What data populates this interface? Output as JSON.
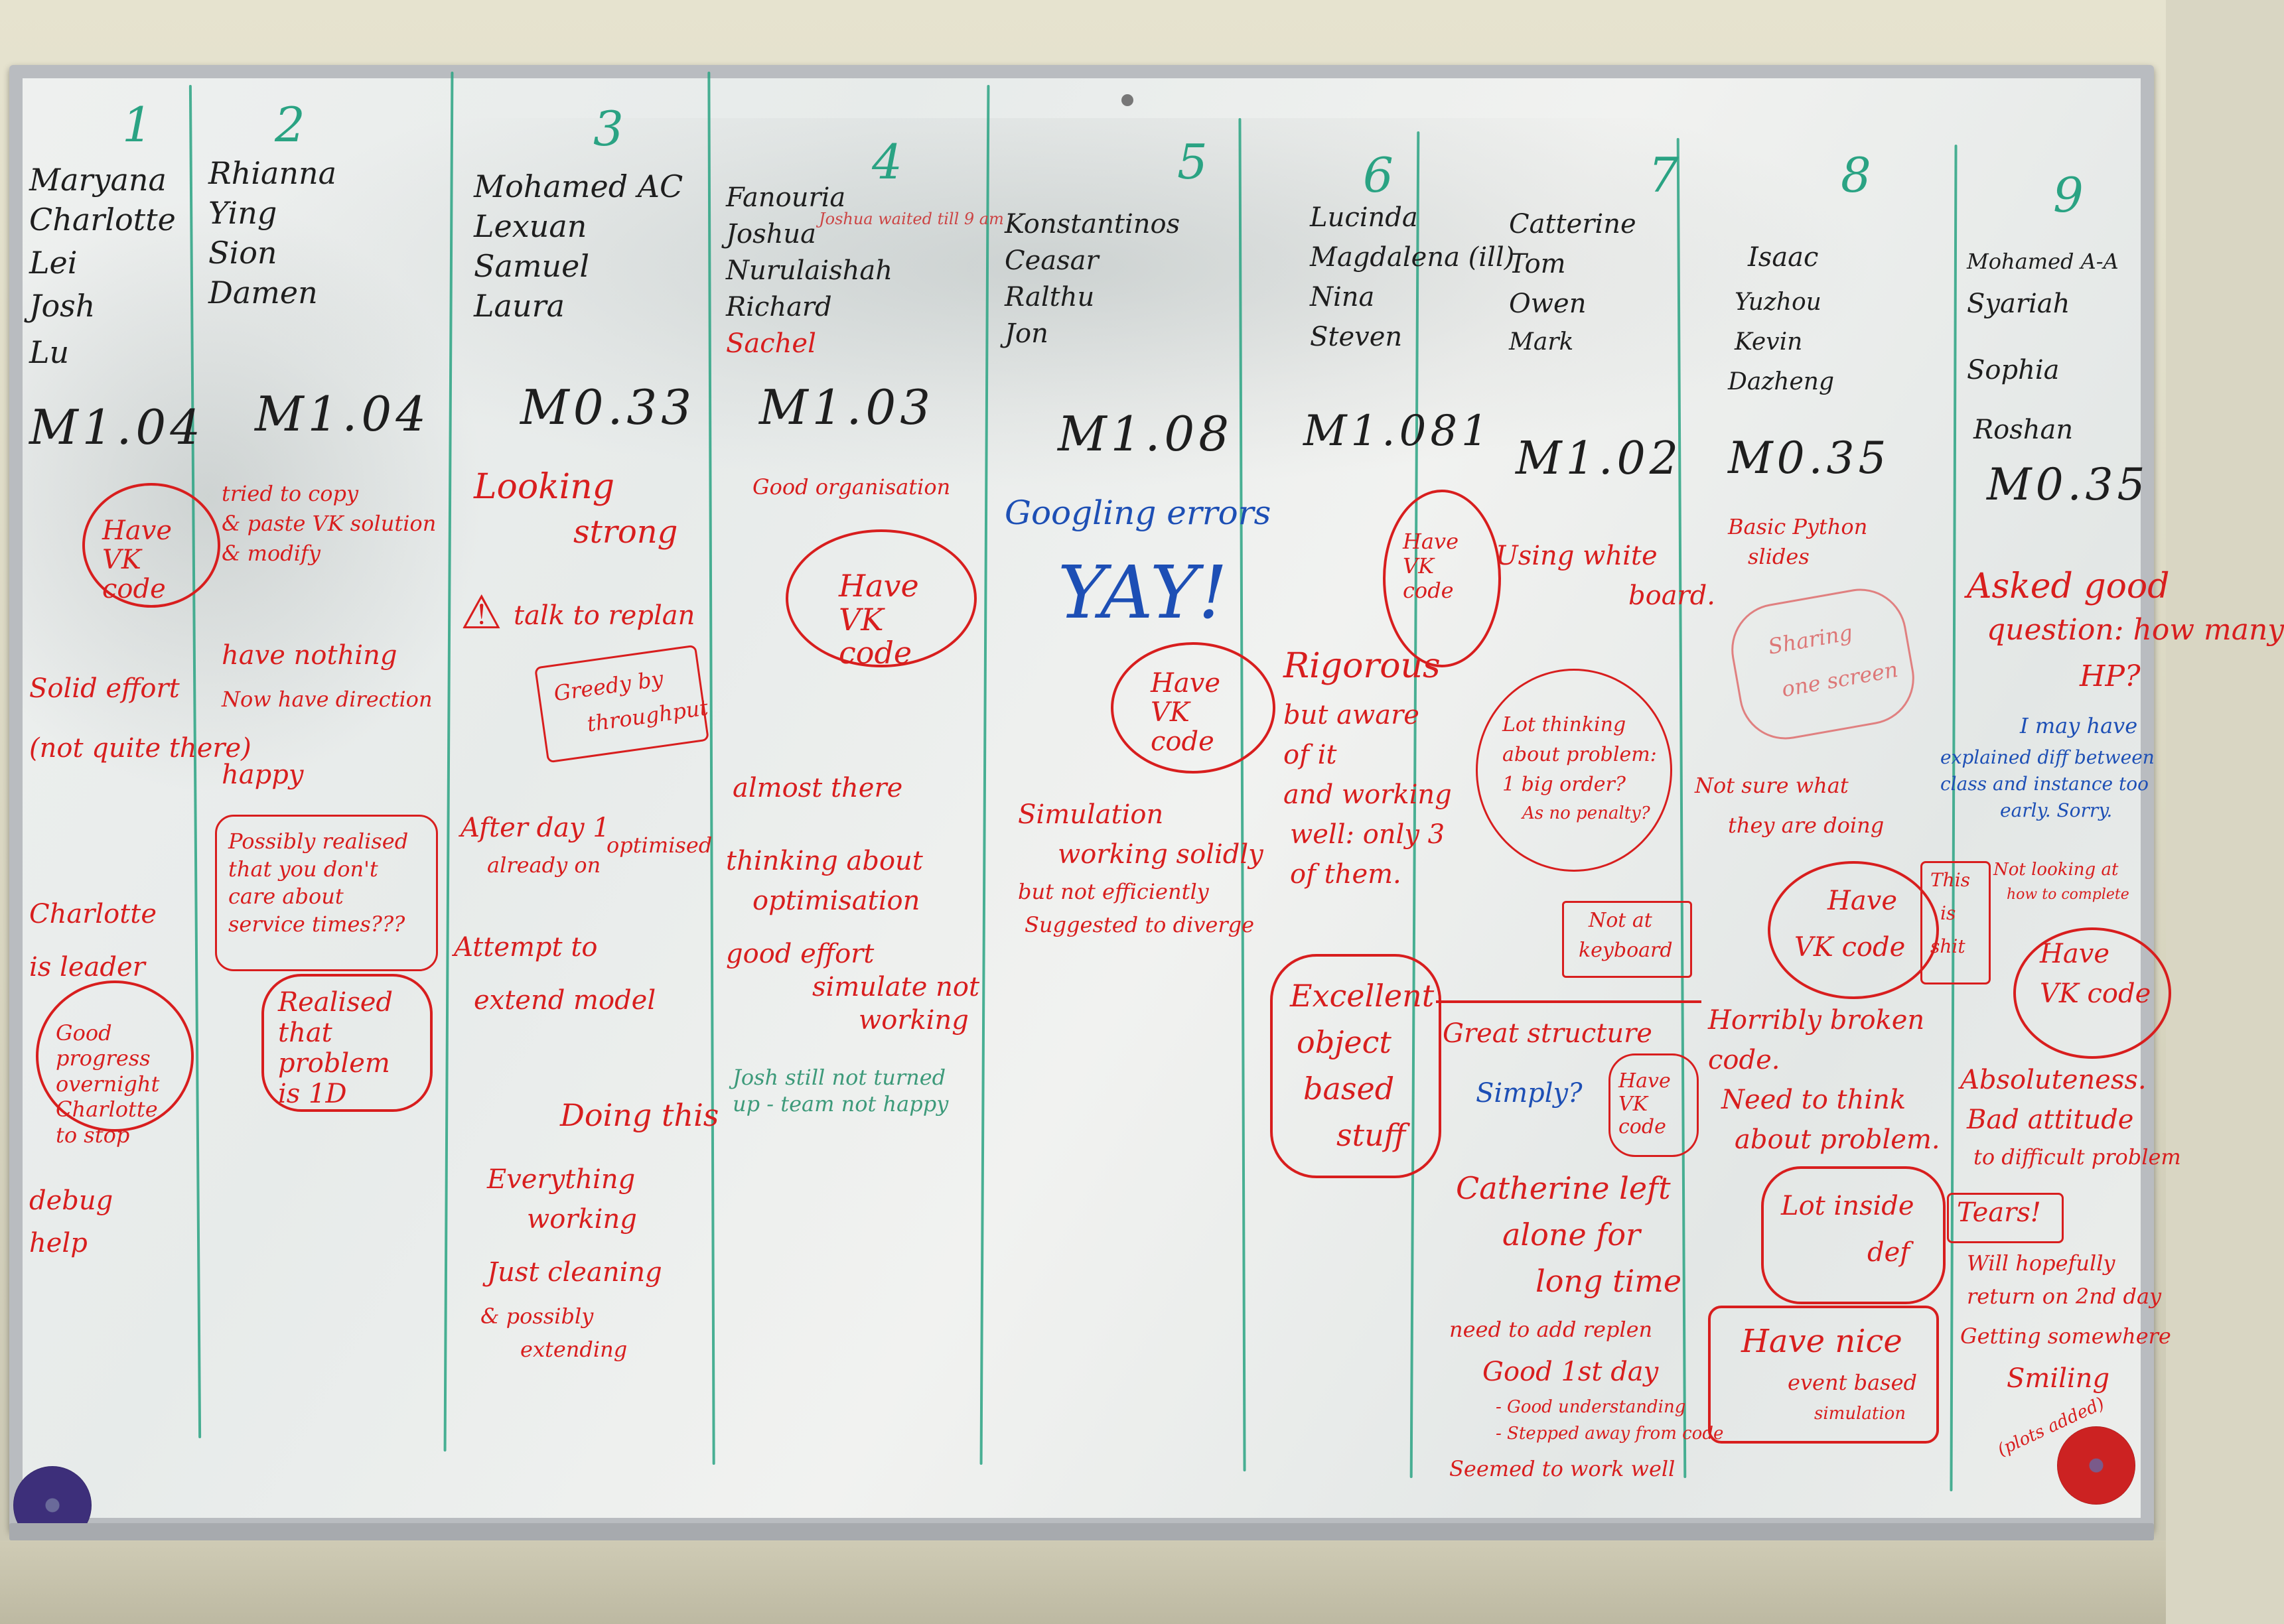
{
  "groups": [
    {
      "num": "1",
      "names": [
        "Maryana",
        "Charlotte",
        "Lei",
        "Josh",
        "Lu"
      ],
      "room": "M1.04"
    },
    {
      "num": "2",
      "names": [
        "Rhianna",
        "Ying",
        "Sion",
        "Damen"
      ],
      "room": "M1.04"
    },
    {
      "num": "3",
      "names": [
        "Mohamed AC",
        "Lexuan",
        "Samuel",
        "Laura"
      ],
      "room": "M0.33"
    },
    {
      "num": "4",
      "names": [
        "Fanouria",
        "Joshua",
        "Nurulaishah",
        "Richard",
        "Sachel"
      ],
      "room": "M1.03"
    },
    {
      "num": "5",
      "names": [
        "Konstantinos",
        "Ceasar",
        "Ralthu",
        "Jon"
      ],
      "room": "M1.08"
    },
    {
      "num": "6",
      "names": [
        "Lucinda",
        "Magdalena (ill)",
        "Nina",
        "Steven"
      ],
      "room": "M1.081"
    },
    {
      "num": "7",
      "names": [
        "Catterine",
        "Tom",
        "Owen",
        "Mark"
      ],
      "room": "M1.02"
    },
    {
      "num": "8",
      "names": [
        "Isaac",
        "Yuzhou",
        "Kevin",
        "Dazheng"
      ],
      "room": "M0.35"
    },
    {
      "num": "9",
      "names": [
        "Mohamed A-A",
        "Syariah",
        "Sophia",
        "Roshan"
      ],
      "room": "M0.35"
    }
  ],
  "notes": {
    "c1": [
      "Have VK code",
      "Solid effort",
      "(not quite there)",
      "Charlotte",
      "is leader",
      "Good progress overnight Charlotte to stop",
      "debug help"
    ],
    "c2": [
      "tried to copy",
      "& paste VK solution",
      "& modify",
      "have nothing",
      "Now have direction",
      "happy",
      "Possibly realised that you don't care about service times???",
      "Realised that problem is 1D"
    ],
    "c3": [
      "Looking",
      "strong",
      "talk to replan",
      "Greedy by",
      "throughput",
      "After day 1",
      "already on",
      "optimised",
      "Attempt to",
      "extend model",
      "Doing this",
      "Everything",
      "working",
      "Just cleaning",
      "& possibly",
      "extending"
    ],
    "c4": [
      "Joshua waited till 9 am",
      "Good organisation",
      "Have VK code",
      "almost there",
      "thinking about",
      "optimisation",
      "good effort",
      "simulate not",
      "working",
      "Josh still not turned",
      "up - team not happy"
    ],
    "c5": [
      "Googling errors",
      "YAY!",
      "Have VK code",
      "Simulation",
      "working solidly",
      "but not efficiently",
      "Suggested to diverge"
    ],
    "c6": [
      "Have VK code",
      "Rigorous",
      "but aware",
      "of it",
      "and working",
      "well: only 3",
      "of them.",
      "Excellent",
      "object",
      "based",
      "stuff"
    ],
    "c7": [
      "Using white",
      "board.",
      "Lot thinking",
      "about problem:",
      "1 big order?",
      "As no penalty?",
      "Not at",
      "keyboard",
      "Great structure",
      "Simply?",
      "Have VK code",
      "Catherine left",
      "alone for",
      "long time",
      "need to add replen",
      "Good 1st day",
      "- Good understanding",
      "- Stepped away from code",
      "Seemed to work well"
    ],
    "c8": [
      "Basic Python",
      "slides",
      "Sharing",
      "one screen",
      "Not sure what",
      "they are doing",
      "Have",
      "VK code",
      "Horribly broken",
      "code.",
      "Need to think",
      "about problem.",
      "Lot inside",
      "def",
      "Have nice",
      "event based",
      "simulation"
    ],
    "c9": [
      "Asked good",
      "question: how many",
      "HP?",
      "I may have",
      "explained diff between",
      "class and instance too",
      "early. Sorry.",
      "This",
      "is",
      "shit",
      "Not looking at",
      "how to complete",
      "Have",
      "VK code",
      "Absoluteness.",
      "Bad attitude",
      "to difficult problem",
      "Tears!",
      "Will hopefully",
      "return on 2nd day",
      "Getting somewhere",
      "Smiling",
      "(plots added)"
    ]
  },
  "colors": {
    "marker_red": "#d81e1e",
    "marker_green": "#2aa383",
    "marker_black": "#1e1e1e",
    "marker_blue": "#1d4fb5"
  }
}
